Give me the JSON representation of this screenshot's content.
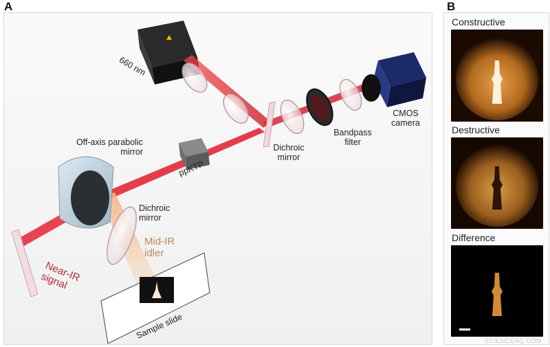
{
  "panel_a": {
    "letter": "A",
    "labels": {
      "laser": "660 nm",
      "cmos_line1": "CMOS",
      "cmos_line2": "camera",
      "bandpass_line1": "Bandpass",
      "bandpass_line2": "filter",
      "dichroic_top_line1": "Dichroic",
      "dichroic_top_line2": "mirror",
      "parabolic_line1": "Off-axis parabolic",
      "parabolic_line2": "mirror",
      "crystal": "ppKTP",
      "dichroic_bottom_line1": "Dichroic",
      "dichroic_bottom_line2": "mirror",
      "idler_line1": "Mid-IR",
      "idler_line2": "idler",
      "signal_line1": "Near-IR",
      "signal_line2": "signal",
      "sample": "Sample slide"
    }
  },
  "panel_b": {
    "letter": "B",
    "images": [
      {
        "title": "Constructive"
      },
      {
        "title": "Destructive"
      },
      {
        "title": "Difference"
      }
    ]
  },
  "watermark": "SCIENCEAQ.COM",
  "colors": {
    "beam": "#e0202a",
    "idler": "#f0a36a",
    "signal_text": "#b5283a",
    "idler_text": "#b98a55"
  }
}
